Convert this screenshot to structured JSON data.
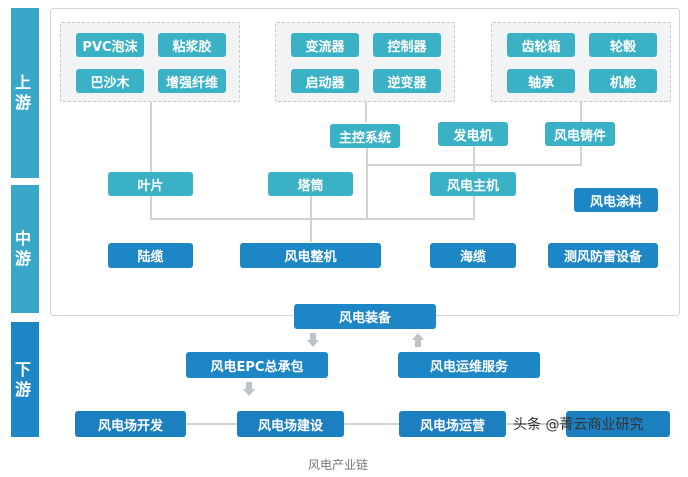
{
  "stages": {
    "upstream": "上游",
    "midstream": "中游",
    "downstream": "下游"
  },
  "upstream": {
    "materials": [
      "PVC泡沫",
      "粘浆胶",
      "巴沙木",
      "增强纤维"
    ],
    "electrical": [
      "变流器",
      "控制器",
      "启动器",
      "逆变器"
    ],
    "mechanical": [
      "齿轮箱",
      "轮毂",
      "轴承",
      "机舱"
    ],
    "systems": [
      "主控系统",
      "发电机",
      "风电铸件"
    ]
  },
  "midstream": {
    "components": [
      "叶片",
      "塔筒",
      "风电主机"
    ],
    "coating": "风电涂料",
    "products": [
      "陆缆",
      "风电整机",
      "海缆",
      "测风防雷设备"
    ]
  },
  "downstream": {
    "equipment": "风电装备",
    "epc": "风电EPC总承包",
    "om_service": "风电运维服务",
    "chain": [
      "风电场开发",
      "风电场建设",
      "风电场运营"
    ]
  },
  "watermark": "头条 @菁云商业研究",
  "caption": "风电产业链",
  "colors": {
    "stage": "#3aa7c9",
    "teal_box": "#3bb1c6",
    "blue_box": "#1d86c4",
    "line": "#cfd4d8"
  }
}
